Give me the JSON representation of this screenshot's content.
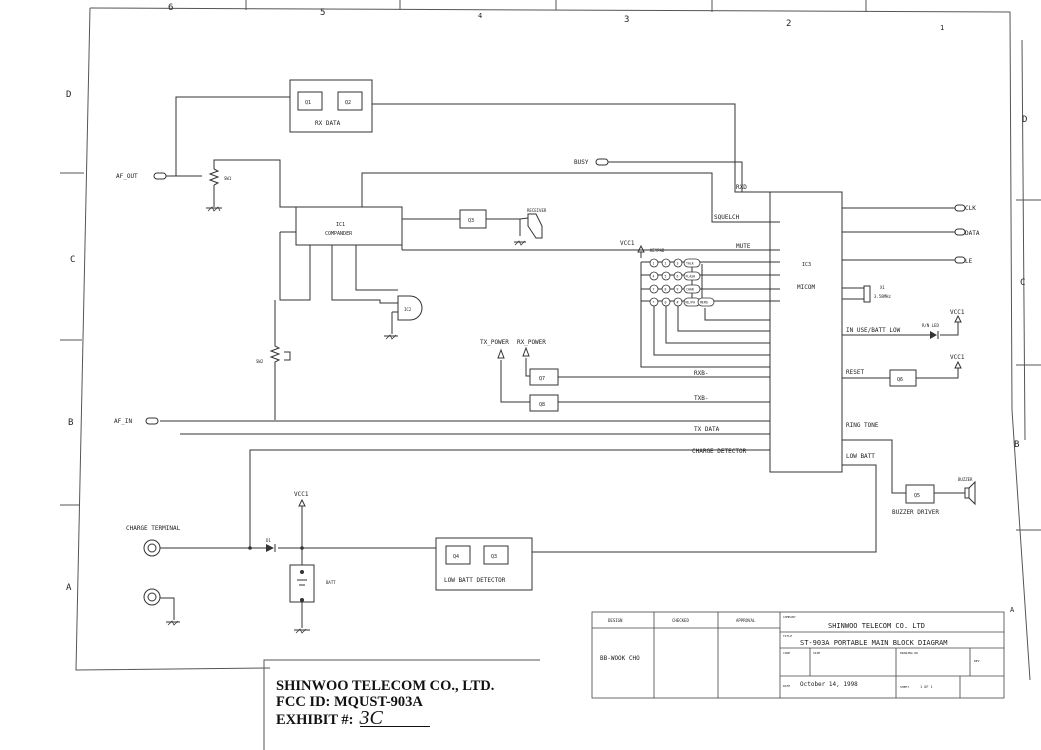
{
  "border": {
    "cols": [
      "6",
      "5",
      "4",
      "3",
      "2",
      "1"
    ],
    "rows_left": [
      "D",
      "C",
      "B",
      "A"
    ],
    "rows_right": [
      "D",
      "C",
      "B",
      "A"
    ]
  },
  "blocks": {
    "rx_data": {
      "label": "RX DATA",
      "q1": "Q1",
      "q2": "Q2"
    },
    "compander": {
      "ref": "IC1",
      "label": "COMPANDER"
    },
    "q3": "Q3",
    "receiver": "RECEIVER",
    "and_gate": "IC2",
    "micom": {
      "ref": "IC3",
      "label": "MICOM"
    },
    "crystal": {
      "ref": "X1",
      "value": "3.58MHz"
    },
    "keypad": {
      "title": "KEYPAD",
      "keys": [
        "1",
        "2",
        "3",
        "TALK",
        "4",
        "5",
        "6",
        "FLASH",
        "7",
        "8",
        "9",
        "CHAN",
        "*",
        "0",
        "#",
        "RE/PA",
        "MEMO"
      ]
    },
    "q7": "Q7",
    "q8": "Q8",
    "q5": "Q5",
    "q6": "Q6",
    "low_batt": {
      "label": "LOW BATT DETECTOR",
      "q4": "Q4",
      "q3": "Q3"
    },
    "buzzer": {
      "q": "Q5",
      "label": "BUZZER DRIVER",
      "name": "BUZZER"
    },
    "sw1": "SW1",
    "sw2": "SW2",
    "d1": "D1",
    "led": "R/N LED",
    "batt": "BATT"
  },
  "signals": {
    "af_out": "AF_OUT",
    "af_in": "AF_IN",
    "busy": "BUSY",
    "rxd": "RXD",
    "squelch": "SQUELCH",
    "mute": "MUTE",
    "clk": "CLK",
    "data": "DATA",
    "le": "LE",
    "vcc_keypad": "VCC1",
    "in_use": "IN USE/BATT LOW",
    "vcc_led": "VCC1",
    "reset": "RESET",
    "vcc_reset": "VCC1",
    "tx_power": "TX_POWER",
    "rx_power": "RX_POWER",
    "rxb": "RXB-",
    "txb": "TXB-",
    "tx_data": "TX DATA",
    "ring_tone": "RING TONE",
    "charge_detector": "CHARGE DETECTOR",
    "low_batt": "LOW BATT",
    "charge_terminal": "CHARGE TERMINAL",
    "vcc_batt": "VCC1"
  },
  "title_block": {
    "h_design": "DESIGN",
    "h_checked": "CHECKED",
    "h_approval": "APPROVAL",
    "designer": "BB-WOOK CHO",
    "company_label": "COMPANY",
    "company": "SHINWOO TELECOM CO. LTD",
    "title_label": "TITLE",
    "title": "ST-903A PORTABLE MAIN BLOCK DIAGRAM",
    "code_label": "CODE",
    "size_label": "SIZE",
    "drawing_label": "DRAWING NO",
    "rev_label": "REV",
    "date_label": "DATE",
    "date": "October 14, 1998",
    "sheet_label": "SHEET",
    "sheet": "1 OF 1"
  },
  "exhibit": {
    "line1": "SHINWOO TELECOM CO., LTD.",
    "line2": "FCC ID:  MQUST-903A",
    "line3": "EXHIBIT #:",
    "number": "3C"
  }
}
